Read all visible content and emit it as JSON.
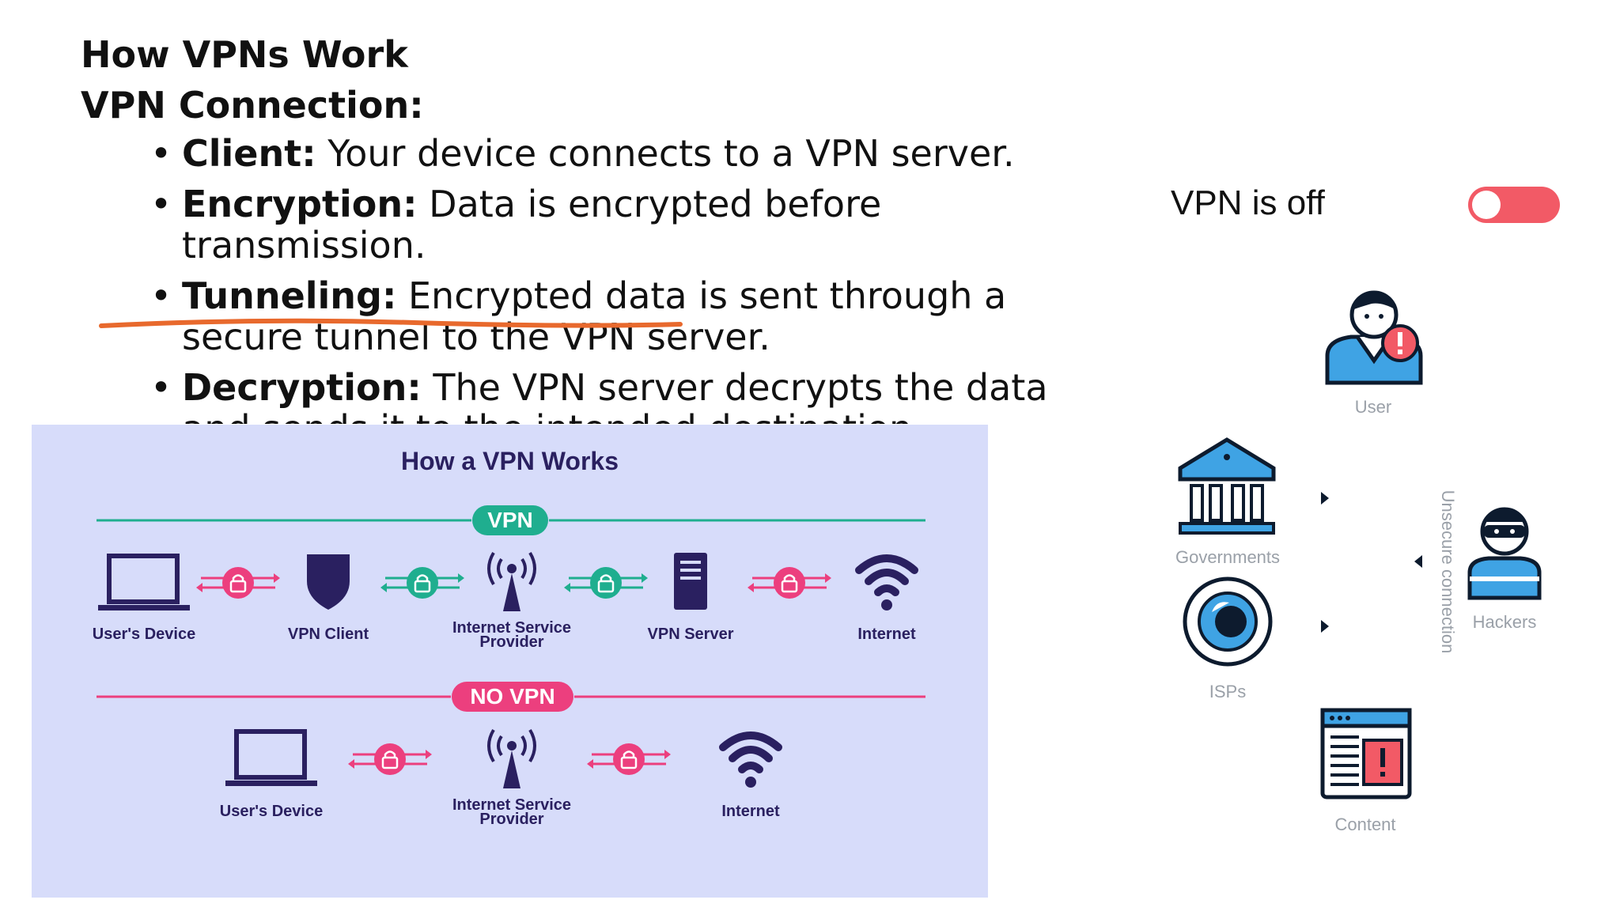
{
  "slide": {
    "title": "How VPNs Work",
    "subtitle": "VPN Connection:",
    "bullets": [
      {
        "term": "Client:",
        "text": " Your device connects to a VPN server."
      },
      {
        "term": "Encryption:",
        "text": " Data is encrypted before transmission."
      },
      {
        "term": "Tunneling:",
        "text": " Encrypted data is sent through a secure tunnel to the VPN server."
      },
      {
        "term": "Decryption:",
        "text": " The VPN server decrypts the data and sends it to the intended destination."
      }
    ]
  },
  "infographic": {
    "title": "How a VPN Works",
    "vpn_badge": "VPN",
    "novpn_badge": "NO VPN",
    "vpn_nodes": [
      "User's Device",
      "VPN Client",
      "Internet Service Provider",
      "VPN Server",
      "Internet"
    ],
    "novpn_nodes": [
      "User's Device",
      "Internet Service Provider",
      "Internet"
    ],
    "colors": {
      "teal": "#1fae8f",
      "pink": "#ec3f7e",
      "navy": "#2a2060",
      "bg": "#d7dcfa"
    }
  },
  "vpn_panel": {
    "status": "VPN is off",
    "toggle_state": "off",
    "toggle_color": "#f25a66",
    "labels": {
      "user": "User",
      "governments": "Governments",
      "isps": "ISPs",
      "hackers": "Hackers",
      "content": "Content",
      "unsecure": "Unsecure connection"
    }
  }
}
